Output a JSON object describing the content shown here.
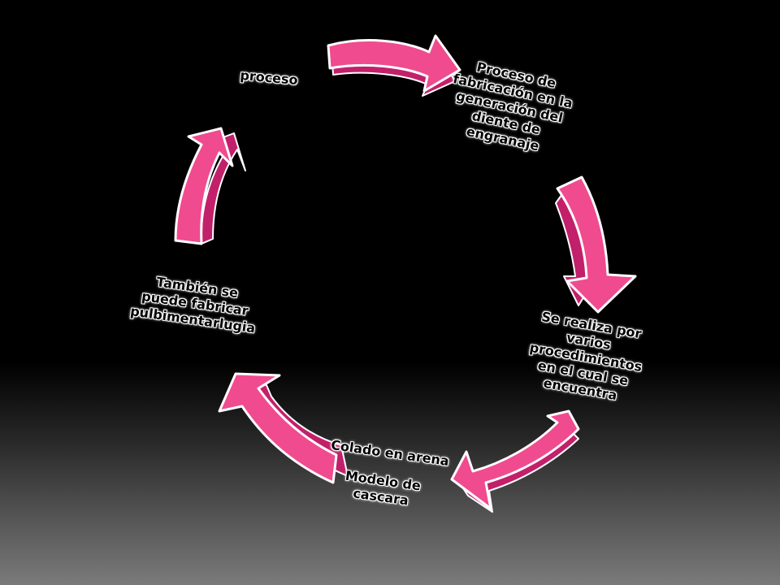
{
  "colors": {
    "arrow_fill": "#f04b8f",
    "arrow_side": "#c2206a",
    "arrow_stroke": "#ffffff",
    "label_text": "#000000",
    "label_glow": "#ffffff"
  },
  "diagram": {
    "nodes": [
      {
        "id": "n1",
        "text": "Proceso de\nfabricación en la\ngeneración del\ndiente de\nengranaje"
      },
      {
        "id": "n2",
        "text": "Se realiza por\nvarios\nprocedimientos\nen el cual se\nencuentra"
      },
      {
        "id": "n3",
        "text": "Colado en arena"
      },
      {
        "id": "n3b",
        "text": "Modelo de\ncascara"
      },
      {
        "id": "n4",
        "text": "También se\npuede fabricar\npulbimentarlugia"
      },
      {
        "id": "n5",
        "text": "proceso"
      }
    ],
    "arrows": [
      {
        "from": "n5",
        "to": "n1",
        "icon": "curved-arrow-icon"
      },
      {
        "from": "n1",
        "to": "n2",
        "icon": "curved-arrow-icon"
      },
      {
        "from": "n2",
        "to": "n3",
        "icon": "curved-arrow-icon"
      },
      {
        "from": "n3",
        "to": "n4",
        "icon": "curved-arrow-icon"
      },
      {
        "from": "n4",
        "to": "n5",
        "icon": "curved-arrow-icon"
      }
    ]
  }
}
